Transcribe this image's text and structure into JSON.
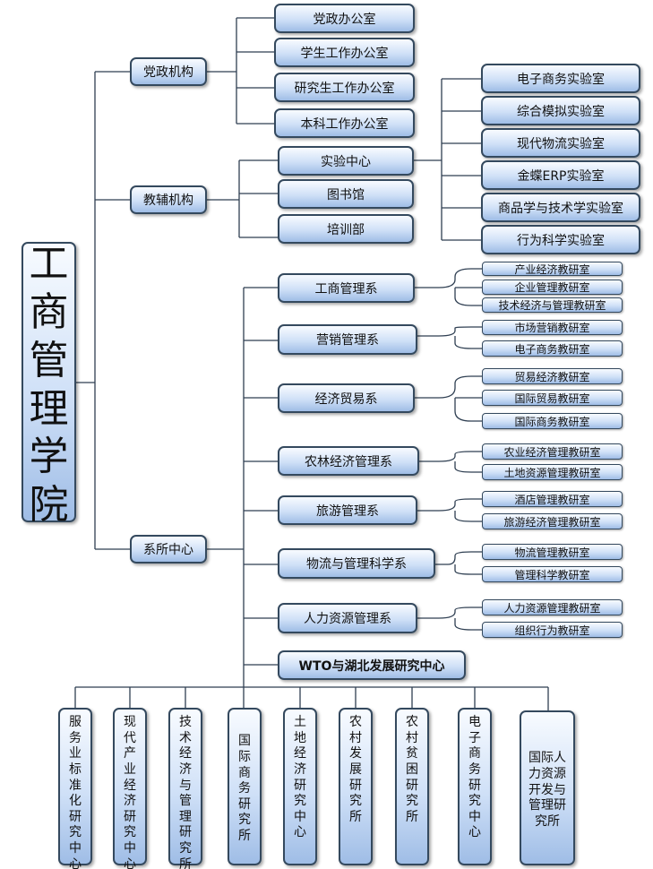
{
  "root": "工商管理学院",
  "level1": {
    "dangzheng": "党政机构",
    "jiaofu": "教辅机构",
    "xisuo": "系所中心"
  },
  "dangzheng_units": [
    "党政办公室",
    "学生工作办公室",
    "研究生工作办公室",
    "本科工作办公室"
  ],
  "jiaofu_units": [
    "实验中心",
    "图书馆",
    "培训部"
  ],
  "labs": [
    "电子商务实验室",
    "综合模拟实验室",
    "现代物流实验室",
    "金蝶ERP实验室",
    "商品学与技术学实验室",
    "行为科学实验室"
  ],
  "departments": [
    {
      "name": "工商管理系",
      "sections": [
        "产业经济教研室",
        "企业管理教研室",
        "技术经济与管理教研室"
      ]
    },
    {
      "name": "营销管理系",
      "sections": [
        "市场营销教研室",
        "电子商务教研室"
      ]
    },
    {
      "name": "经济贸易系",
      "sections": [
        "贸易经济教研室",
        "国际贸易教研室",
        "国际商务教研室"
      ]
    },
    {
      "name": "农林经济管理系",
      "sections": [
        "农业经济管理教研室",
        "土地资源管理教研室"
      ]
    },
    {
      "name": "旅游管理系",
      "sections": [
        "酒店管理教研室",
        "旅游经济管理教研室"
      ]
    },
    {
      "name": "物流与管理科学系",
      "sections": [
        "物流管理教研室",
        "管理科学教研室"
      ]
    },
    {
      "name": "人力资源管理系",
      "sections": [
        "人力资源管理教研室",
        "组织行为教研室"
      ]
    }
  ],
  "wto_center": "WTO与湖北发展研究中心",
  "research_institutes": [
    "服务业标准化研究中心",
    "现代产业经济研究中心",
    "技术经济与管理研究所",
    "国际商务研究所",
    "土地经济研究中心",
    "农村发展研究所",
    "农村贫困研究所",
    "电子商务研究中心",
    "国际人力资源开发与管理研究所"
  ]
}
